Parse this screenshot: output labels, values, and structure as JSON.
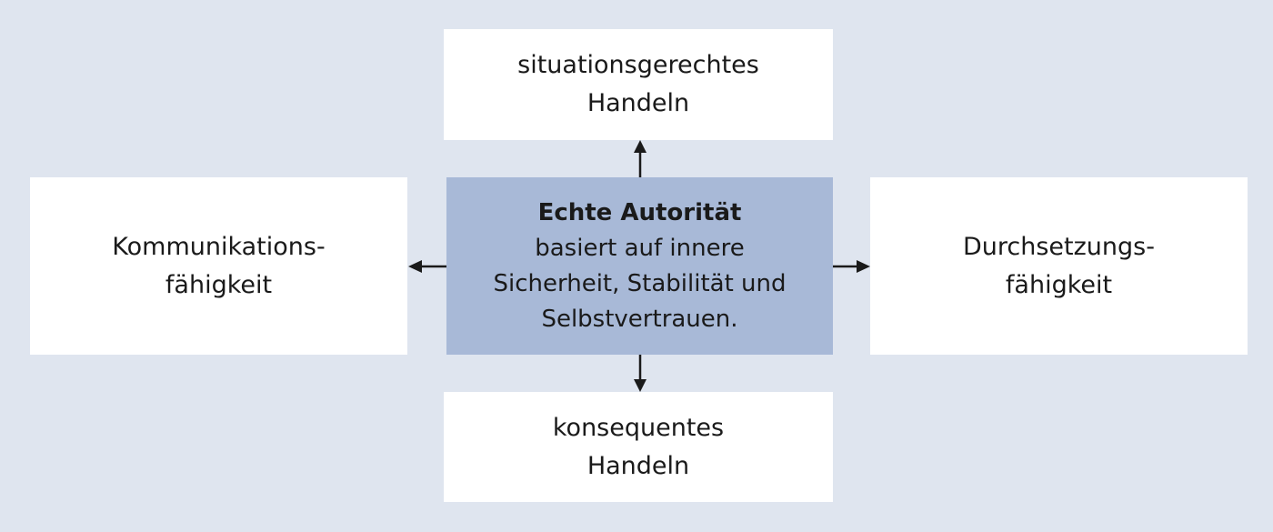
{
  "diagram": {
    "center": {
      "title": "Echte Autorität",
      "lines": [
        "basiert auf innere",
        "Sicherheit, Stabilität und",
        "Selbstvertrauen."
      ]
    },
    "top": {
      "lines": [
        "situationsgerechtes",
        "Handeln"
      ]
    },
    "bottom": {
      "lines": [
        "konsequentes",
        "Handeln"
      ]
    },
    "left": {
      "lines": [
        "Kommunikations-",
        "fähigkeit"
      ]
    },
    "right": {
      "lines": [
        "Durchsetzungs-",
        "fähigkeit"
      ]
    },
    "colors": {
      "background": "#dfe5ef",
      "center_fill": "#a8b9d7",
      "outer_fill": "#ffffff",
      "arrow": "#1a1a1a"
    }
  }
}
